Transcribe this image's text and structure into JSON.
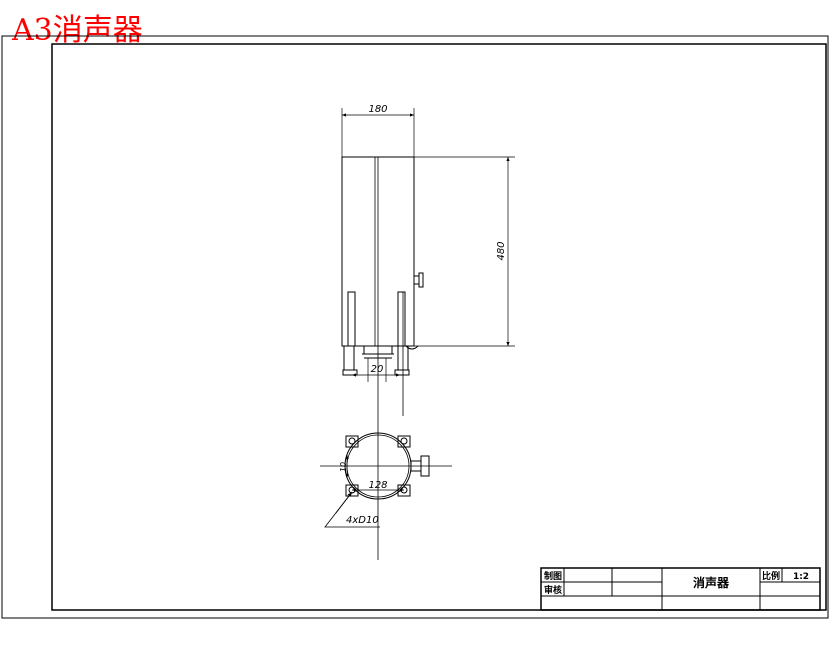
{
  "header": {
    "title": "A3消声器"
  },
  "dimensions": {
    "width": "180",
    "height": "480",
    "bottom_spacing": "20",
    "bolt_circle": "128",
    "hole_spec": "4xD10",
    "small_label": "10"
  },
  "title_block": {
    "drawn_by_label": "制图",
    "checked_by_label": "审核",
    "drawing_name": "消声器",
    "scale_label": "比例",
    "scale_value": "1:2"
  },
  "colors": {
    "title": "#ff0000",
    "lines": "#000000",
    "background": "#ffffff"
  }
}
